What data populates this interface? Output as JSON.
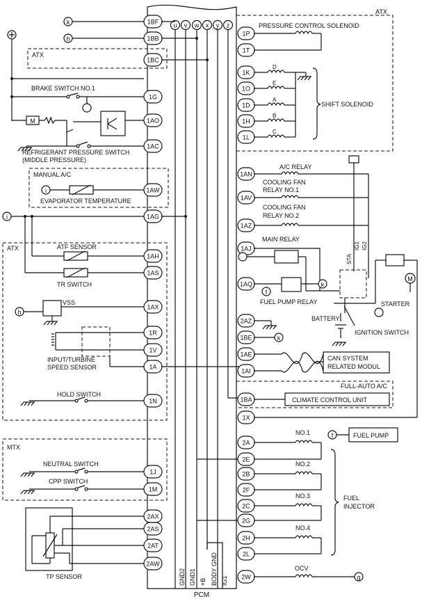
{
  "pcm": {
    "label": "PCM",
    "left_pins": [
      "1BF",
      "1BB",
      "1BC",
      "1BC",
      "1G",
      "1AO",
      "1AC",
      "1AW",
      "1AG",
      "1AH",
      "1AS",
      "1AX",
      "1R",
      "1V",
      "1A",
      "1N",
      "1J",
      "1M",
      "2AX",
      "2AS",
      "2AT",
      "2AW"
    ],
    "right_pins": [
      "1P",
      "1T",
      "1K",
      "1O",
      "1D",
      "1H",
      "1L",
      "1AN",
      "1AV",
      "1AZ",
      "1AJ",
      "1AQ",
      "2AZ",
      "1BE",
      "1AE",
      "1AI",
      "1BA",
      "1X",
      "2A",
      "2E",
      "2B",
      "2F",
      "2C",
      "2G",
      "2H",
      "2L",
      "2W"
    ],
    "top_terminals": [
      "u",
      "v",
      "w",
      "x",
      "y",
      "z"
    ],
    "bottom_terminals": [
      "GND2",
      "GND1",
      "+B",
      "BODY GND",
      "IG1"
    ]
  },
  "left": {
    "connector_k": "k",
    "connector_h": "h",
    "connector_i": "i",
    "atx_box1": "ATX",
    "brake_switch": "BRAKE SWITCH NO.1",
    "refrigerant_switch": "REFRIGERANT PRESSURE SWITCH",
    "refrigerant_sub": "(MIDDLE PRESSURE)",
    "manual_ac": "MANUAL A/C",
    "evaporator": "EVAPORATOR TEMPERATURE",
    "atx_box2": "ATX",
    "atf_sensor": "ATF SENSOR",
    "tr_switch": "TR SWITCH",
    "vss": "VSS",
    "input_turbine": "INPUT/TURBINE",
    "speed_sensor": "SPEED SENSOR",
    "hold_switch": "HOLD SWITCH",
    "mtx_box": "MTX",
    "neutral_switch": "NEUTRAL SWITCH",
    "cpp_switch": "CPP SWITCH",
    "tp_sensor": "TP SENSOR"
  },
  "right": {
    "atx_box": "ATX",
    "pressure_solenoid": "PRESSURE CONTROL SOLENOID",
    "shift_solenoid": "SHIFT SOLENOID",
    "solenoid_letters": [
      "D",
      "E",
      "A",
      "B",
      "C"
    ],
    "ac_relay": "A/C RELAY",
    "cooling_fan1_a": "COOLING FAN",
    "cooling_fan1_b": "RELAY NO.1",
    "cooling_fan2_a": "COOLING FAN",
    "cooling_fan2_b": "RELAY NO.2",
    "main_relay": "MAIN RELAY",
    "fuel_pump_relay": "FUEL PUMP RELAY",
    "battery": "BATTERY",
    "ignition_switch": "IGNITION SWITCH",
    "starter": "STARTER",
    "sta": "STA",
    "ig1": "IG1",
    "ig2": "IG2",
    "connector_f": "f",
    "connector_g": "g",
    "can_a": "CAN SYSTEM",
    "can_b": "RELATED MODUL",
    "full_auto": "FULL-AUTO A/C",
    "climate": "CLIMATE CONTROL UNIT",
    "fuel_pump": "FUEL PUMP",
    "injector_nos": [
      "NO.1",
      "NO.2",
      "NO.3",
      "NO.4"
    ],
    "fuel_injector_a": "FUEL",
    "fuel_injector_b": "INJECTOR",
    "ocv": "OCV"
  }
}
